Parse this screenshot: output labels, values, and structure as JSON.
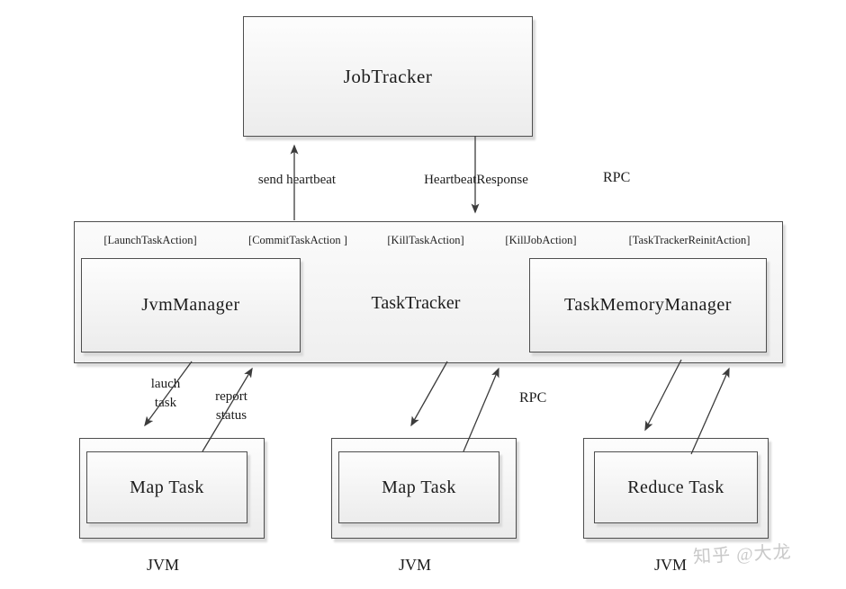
{
  "nodes": {
    "job_tracker": "JobTracker",
    "jvm_manager": "JvmManager",
    "task_tracker": "TaskTracker",
    "task_memory_manager": "TaskMemoryManager",
    "map_task_1": "Map Task",
    "map_task_2": "Map Task",
    "reduce_task": "Reduce Task",
    "jvm_1": "JVM",
    "jvm_2": "JVM",
    "jvm_3": "JVM"
  },
  "actions": [
    "[LaunchTaskAction]",
    "[CommitTaskAction ]",
    "[KillTaskAction]",
    "[KillJobAction]",
    "[TaskTrackerReinitAction]"
  ],
  "edge_labels": {
    "send_heartbeat": "send heartbeat",
    "heartbeat_response": "HeartbeatResponse",
    "rpc_top": "RPC",
    "rpc_mid": "RPC",
    "lauch_task": "lauch\ntask",
    "report_status": "report\nstatus"
  },
  "watermark": "知乎 @大龙",
  "colors": {
    "box_border": "#4e4e4e",
    "box_fill_top": "#fdfdfd",
    "box_fill_bottom": "#ececec",
    "line": "#3c3c3c",
    "watermark": "#c9c9c9"
  }
}
